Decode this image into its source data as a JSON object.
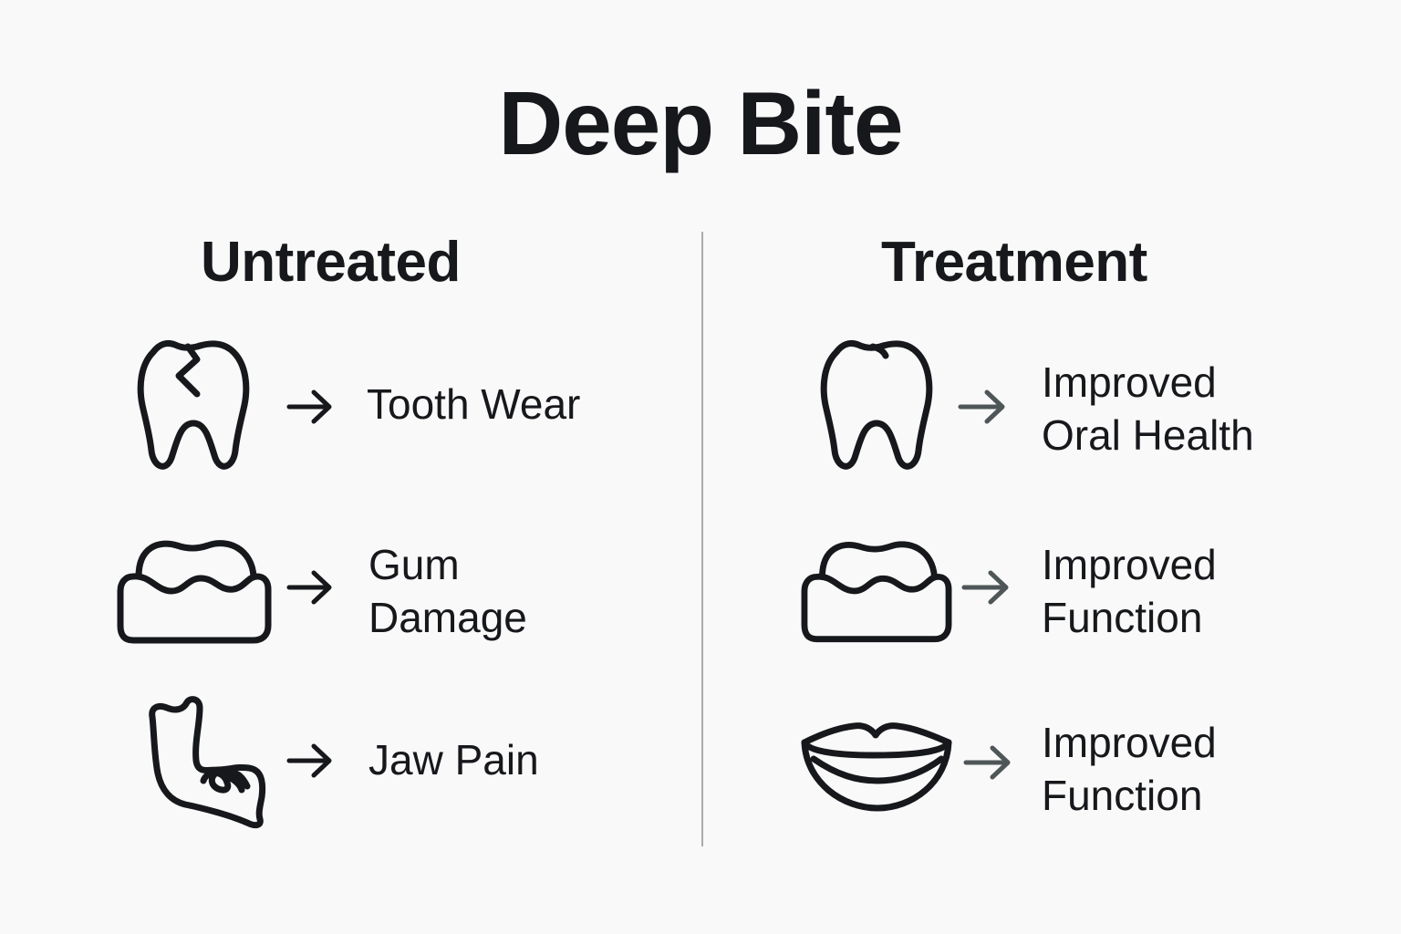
{
  "title": "Deep Bite",
  "columns": {
    "untreated": {
      "heading": "Untreated",
      "items": [
        {
          "icon": "cracked-tooth-icon",
          "lines": [
            "Tooth Wear"
          ]
        },
        {
          "icon": "gum-icon",
          "lines": [
            "Gum",
            "Damage"
          ]
        },
        {
          "icon": "jaw-icon",
          "lines": [
            "Jaw Pain"
          ]
        }
      ],
      "arrow_color": "#16181b"
    },
    "treatment": {
      "heading": "Treatment",
      "items": [
        {
          "icon": "healthy-tooth-icon",
          "lines": [
            "Improved",
            "Oral Health"
          ]
        },
        {
          "icon": "gum-icon",
          "lines": [
            "Improved",
            "Function"
          ]
        },
        {
          "icon": "lips-icon",
          "lines": [
            "Improved",
            "Function"
          ]
        }
      ],
      "arrow_color": "#4f5658"
    }
  },
  "colors": {
    "background": "#f9f9f9",
    "text": "#16181b",
    "divider": "#a9abad"
  }
}
